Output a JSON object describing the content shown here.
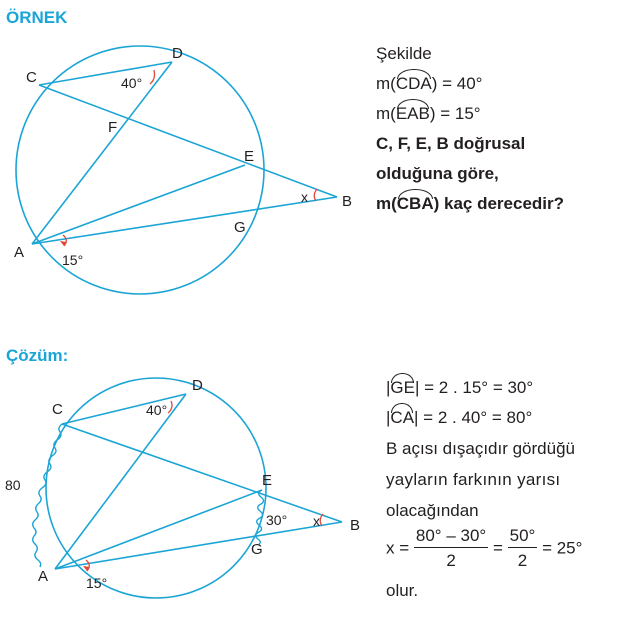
{
  "example": {
    "heading": "ÖRNEK",
    "labels": {
      "D": "D",
      "C": "C",
      "F": "F",
      "E": "E",
      "B": "B",
      "G": "G",
      "A": "A",
      "x": "x",
      "angle_cda": "40°",
      "angle_eab": "15°"
    },
    "text": {
      "line1": "Şekilde",
      "m_prefix": "m(",
      "arc1": "CDA",
      "eq1": ") = 40°",
      "arc2": "EAB",
      "eq2": ") = 15°",
      "bold1": "C, F, E, B doğrusal",
      "bold2": "olduğuna göre,",
      "bold3_prefix": "m(",
      "arc3": "CBA",
      "bold3_suffix": ") kaç derecedir?"
    }
  },
  "solution": {
    "heading": "Çözüm:",
    "labels": {
      "D": "D",
      "C": "C",
      "E": "E",
      "B": "B",
      "G": "G",
      "A": "A",
      "x": "x",
      "angle_cda": "40°",
      "angle_eab": "15°",
      "arc_ge": "30°",
      "arc_ca": "80"
    },
    "text": {
      "bar": "|",
      "arc_ge": "GE",
      "eq_ge": "| = 2 . 15° = 30°",
      "arc_ca": "CA",
      "eq_ca": "| = 2 . 40° = 80°",
      "line3": "B açısı dışaçıdır gördüğü",
      "line4": "yayların farkının yarısı",
      "line5": "olacağından",
      "x_eq": "x =",
      "num1": "80° – 30°",
      "den1": "2",
      "eq_sign": "=",
      "num2": "50°",
      "den2": "2",
      "result": "= 25°",
      "last": "olur."
    }
  },
  "colors": {
    "accent": "#1ba5d6",
    "angle_mark": "#e0483b",
    "text": "#231f20"
  }
}
